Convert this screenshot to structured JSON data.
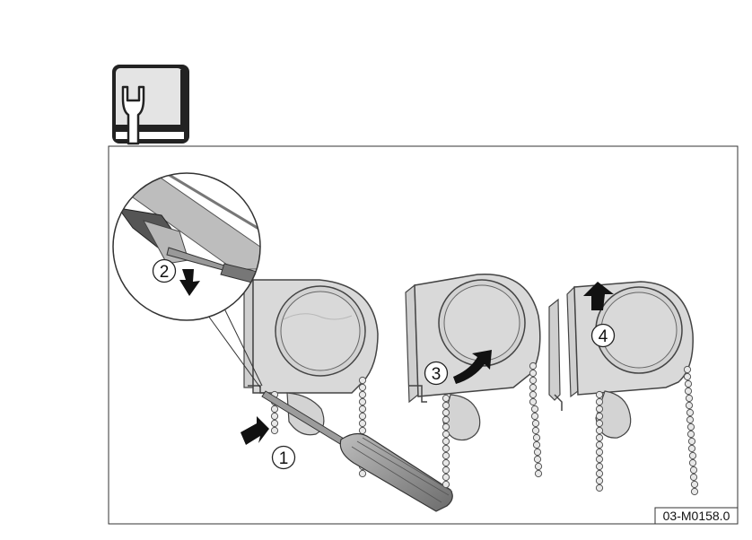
{
  "icon": {
    "name": "wrench-icon"
  },
  "steps": [
    {
      "number": "1",
      "arrow": "push-right-icon"
    },
    {
      "number": "2",
      "arrow": "press-down-icon"
    },
    {
      "number": "3",
      "arrow": "rotate-arrow-icon"
    },
    {
      "number": "4",
      "arrow": "lift-up-icon"
    }
  ],
  "figure_code": "03-M0158.0",
  "colors": {
    "housing": "#d7d7d7",
    "outline": "#444444",
    "frame": "#333333",
    "arrow": "#111111"
  }
}
